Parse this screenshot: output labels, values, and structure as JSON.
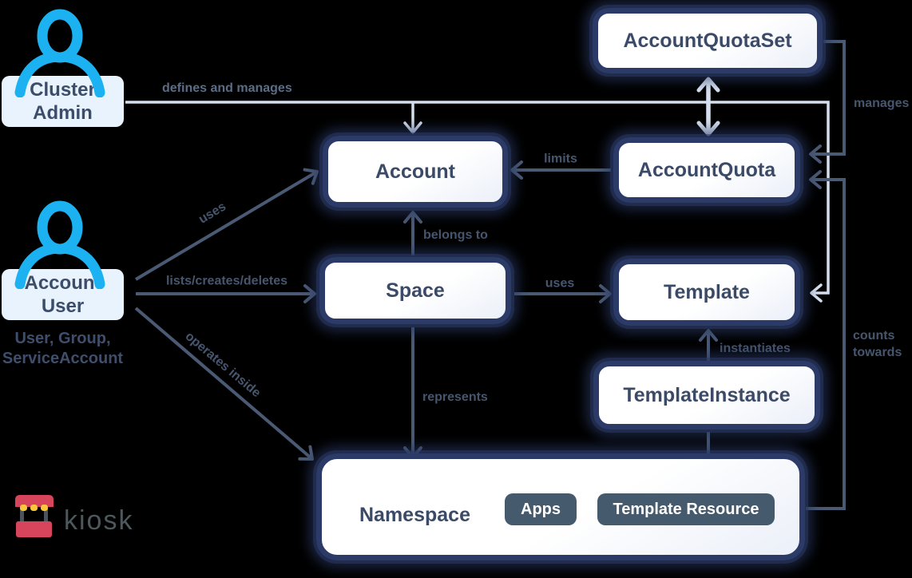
{
  "actors": {
    "cluster_admin": {
      "line1": "Cluster",
      "line2": "Admin"
    },
    "account_user": {
      "line1": "Account",
      "line2": "User",
      "caption_line1": "User, Group,",
      "caption_line2": "ServiceAccount"
    }
  },
  "nodes": {
    "account_quota_set": "AccountQuotaSet",
    "account_quota": "AccountQuota",
    "account": "Account",
    "space": "Space",
    "template": "Template",
    "template_instance": "TemplateInstance",
    "namespace": "Namespace",
    "apps": "Apps",
    "template_resource": "Template Resource"
  },
  "edges": {
    "defines_and_manages": "defines and manages",
    "manages": "manages",
    "limits": "limits",
    "uses_account": "uses",
    "lists_creates_deletes": "lists/creates/deletes",
    "operates_inside": "operates inside",
    "belongs_to": "belongs to",
    "uses_template": "uses",
    "instantiates": "instantiates",
    "counts_towards": "counts towards",
    "represents": "represents"
  },
  "logo": {
    "text": "kiosk"
  },
  "colors": {
    "background": "#000000",
    "node_border": "#2b3a66",
    "node_text": "#3a4a67",
    "dark_edge": "#4a5a74",
    "light_edge": "#d5dfef",
    "edge_label": "#47566f",
    "actor_blue": "#1cb2f2",
    "actor_box_bg": "#e8f3fd",
    "chip_bg": "#465a6e",
    "logo_red": "#d6455c",
    "logo_yellow": "#fcc639",
    "logo_post": "#49545e",
    "logo_text": "#4d585c"
  }
}
